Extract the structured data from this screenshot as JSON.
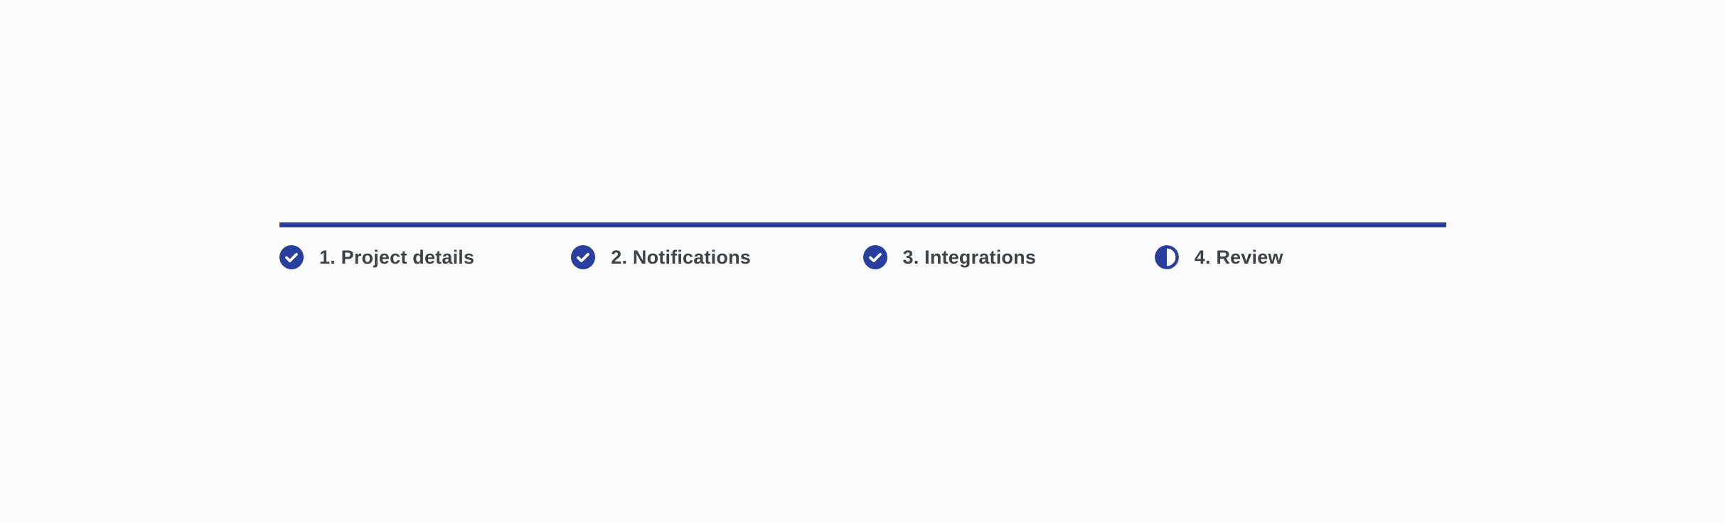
{
  "page": {
    "background_color": "#fafbfc"
  },
  "stepper": {
    "accent_color": "#283f9e",
    "label_color": "#3f4247",
    "steps": [
      {
        "label": "1. Project details",
        "status": "complete",
        "icon": "check-circle"
      },
      {
        "label": "2. Notifications",
        "status": "complete",
        "icon": "check-circle"
      },
      {
        "label": "3. Integrations",
        "status": "complete",
        "icon": "check-circle"
      },
      {
        "label": "4. Review",
        "status": "current",
        "icon": "half-filled-circle"
      }
    ]
  }
}
